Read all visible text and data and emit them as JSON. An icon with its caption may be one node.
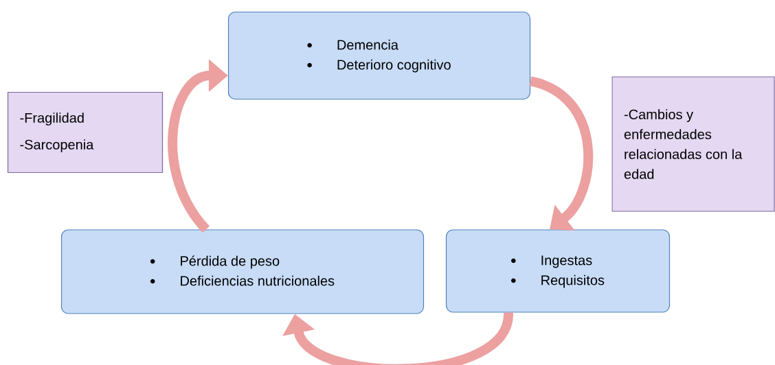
{
  "diagram": {
    "nodes": [
      {
        "text": [
          "Demencia",
          "Deterioro cognitivo"
        ]
      },
      {
        "text": [
          "Ingestas",
          "Requisitos"
        ]
      },
      {
        "text": [
          "Pérdida de peso",
          "Deficiencias nutricionales"
        ]
      },
      {
        "text": [
          "-Fragilidad",
          "-Sarcopenia"
        ]
      },
      {
        "text": [
          "-Cambios y enfermedades relacionadas con la edad"
        ]
      }
    ],
    "edges": [
      {
        "from": 0,
        "to": 1,
        "arrow": "to"
      },
      {
        "from": 1,
        "to": 2,
        "arrow": "to"
      },
      {
        "from": 2,
        "to": 0,
        "arrow": "to"
      }
    ]
  }
}
